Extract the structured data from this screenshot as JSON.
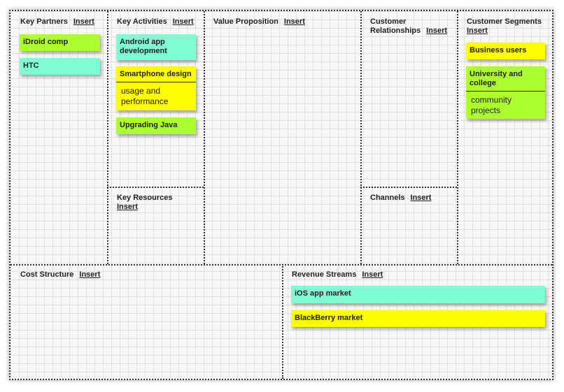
{
  "colors": {
    "green": "#adff2f",
    "aqua": "#7fffd4",
    "yellow": "#ffff00"
  },
  "sections": {
    "key_partners": {
      "title": "Key Partners",
      "insert": "Insert"
    },
    "key_activities": {
      "title": "Key Activities",
      "insert": "Insert"
    },
    "key_resources": {
      "title": "Key Resources",
      "insert": "Insert"
    },
    "value_proposition": {
      "title": "Value Proposition",
      "insert": "Insert"
    },
    "customer_relationships": {
      "title": "Customer Relationships",
      "insert": "Insert"
    },
    "channels": {
      "title": "Channels",
      "insert": "Insert"
    },
    "customer_segments": {
      "title": "Customer Segments",
      "insert": "Insert"
    },
    "cost_structure": {
      "title": "Cost Structure",
      "insert": "Insert"
    },
    "revenue_streams": {
      "title": "Revenue Streams",
      "insert": "Insert"
    }
  },
  "notes": {
    "idroid": {
      "text": "iDroid comp",
      "color": "green"
    },
    "htc": {
      "text": "HTC",
      "color": "aqua"
    },
    "android": {
      "text": "Android app development",
      "color": "aqua"
    },
    "smartphone": {
      "text": "Smartphone design",
      "sub": "usage and performance",
      "color": "yellow"
    },
    "java": {
      "text": "Upgrading Java",
      "color": "green"
    },
    "business": {
      "text": "Business users",
      "color": "yellow"
    },
    "university": {
      "text": "University and college",
      "sub": "community projects",
      "color": "green"
    },
    "ios": {
      "text": "iOS app market",
      "color": "aqua"
    },
    "blackberry": {
      "text": "BlackBerry market",
      "color": "yellow"
    }
  }
}
